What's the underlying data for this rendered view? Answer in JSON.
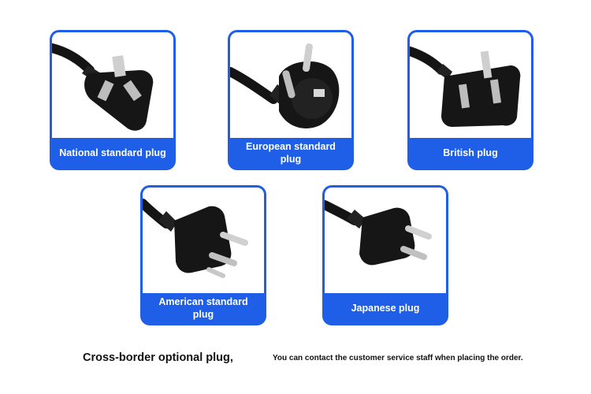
{
  "plugs": [
    {
      "id": "national",
      "label": "National standard plug"
    },
    {
      "id": "european",
      "label": "European standard plug"
    },
    {
      "id": "british",
      "label": "British plug"
    },
    {
      "id": "american",
      "label": "American standard plug"
    },
    {
      "id": "japanese",
      "label": "Japanese plug"
    }
  ],
  "footer": {
    "main": "Cross-border optional plug,",
    "note": "You can contact the customer service staff when placing the order."
  },
  "colors": {
    "card_accent": "#1f5ee6",
    "plug_body": "#161616",
    "pin_metal": "#c8c8c8"
  },
  "icons": [
    "national-plug-icon",
    "european-plug-icon",
    "british-plug-icon",
    "american-plug-icon",
    "japanese-plug-icon"
  ]
}
